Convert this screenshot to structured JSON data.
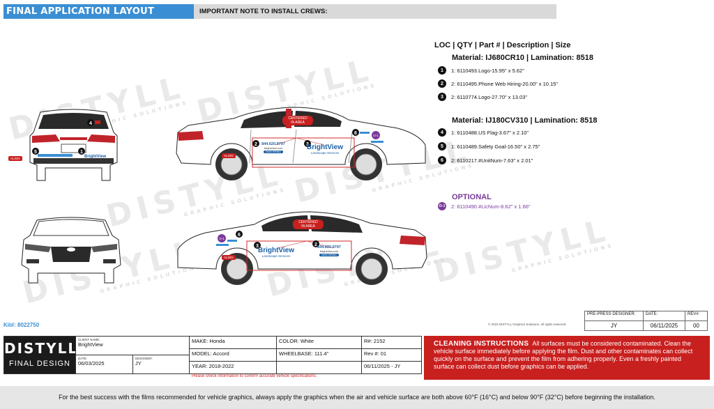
{
  "header": {
    "title": "FINAL APPLICATION LAYOUT",
    "note_label": "IMPORTANT NOTE TO INSTALL CREWS:"
  },
  "watermark": {
    "text": "DISTYLL",
    "subtext": "GRAPHIC SOLUTIONS"
  },
  "legend": {
    "heading": "LOC | QTY | Part # | Description | Size",
    "material1": "Material: IJ680CR10 | Lamination: 8518",
    "items1": [
      {
        "n": "1",
        "text": "1: 6110493.Logo-15.95\" x 5.62\""
      },
      {
        "n": "2",
        "text": "2: 6110495.Phone Web Hiring-20.00\" x 10.15\""
      },
      {
        "n": "3",
        "text": "2: 6110774.Logo-27.70\" x 13.03\""
      }
    ],
    "material2": "Material: IJ180CV310 | Lamination: 8518",
    "items2": [
      {
        "n": "4",
        "text": "1: 6110488.US Flag-3.67\" x 2.10\""
      },
      {
        "n": "5",
        "text": "1: 6110489.Safety Goal-16.50\" x 2.75\""
      },
      {
        "n": "6",
        "text": "2: 6110217.#UnitNum-7.63\" x 2.01\""
      }
    ],
    "optional_title": "OPTIONAL",
    "optional_item": {
      "n": "O-1",
      "text": "2: 6110490.#LicNum-8.62\" x 1.66\""
    }
  },
  "vehicle_labels": {
    "centered": "CENTERED\nIN AREA",
    "align": "ALIGN",
    "brand": "BrightView",
    "brand_sub": "Landscape Services",
    "phone": "844.620.9797",
    "web": "brightview.com",
    "hiring": "NOW HIRING"
  },
  "kit": "Kit#: 8022750",
  "copyright": "© 2022 DISTYLL Graphics Solutions. All rights reserved.",
  "preprint": {
    "designer_label": "PRE-PRESS DESIGNER:",
    "date_label": "DATE:",
    "rev_label": "REV#:",
    "designer": "JY",
    "date": "06/11/2025",
    "rev": "00"
  },
  "info": {
    "logo": "DISTYLL",
    "final_design": "FINAL DESIGN",
    "client_label": "CLIENT NAME:",
    "client": "BrightView",
    "date_label": "DATE:",
    "date": "06/03/2025",
    "designer_label": "DESIGNER:",
    "designer": "JY",
    "make": "MAKE: Honda",
    "model": "MODEL: Accord",
    "year": "YEAR: 2018-2022",
    "color": "COLOR: White",
    "wheelbase": "WHEELBASE: 111.4\"",
    "rnum": "R#: 2152",
    "rev": "Rev #: 01",
    "rev_date": "06/11/2025 - JY",
    "warning": "Please check information to confirm accurate vehicle specifications."
  },
  "cleaning": {
    "title": "CLEANING INSTRUCTIONS",
    "text": "All surfaces must be considered contaminated. Clean the vehicle surface immediately before applying the film. Dust and other contaminates can collect quickly on the surface and prevent the film from adhering properly. Even a freshly painted surface can collect dust before graphics can be applied."
  },
  "footer": "For the best success with the films recommended for vehicle graphics, always apply the graphics when the air and vehicle surface are both above 60°F (16°C) and below 90°F (32°C) before beginning the installation.",
  "colors": {
    "blue": "#3a8fd4",
    "red": "#c8201f",
    "purple": "#7a3a9a"
  }
}
